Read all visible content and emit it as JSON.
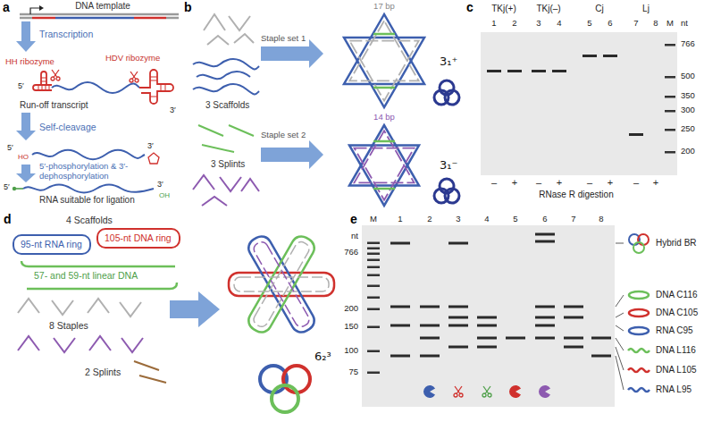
{
  "diagram": {
    "nodes": [
      {
        "text": [
          "95-nt RNA ring"
        ]
      },
      {
        "text": [
          "105-nt DNA ring"
        ]
      }
    ],
    "labels": [
      "a",
      "DNA template",
      "Transcription",
      "HH ribozyme",
      "HDV ribozyme",
      "5′",
      "3′",
      "Run-off transcript",
      "Self-cleavage",
      "5′",
      "HO",
      "3′",
      "5′-phosphorylation & 3′-dephosphorylation",
      "5′",
      "3′",
      "OH",
      "RNA suitable for ligation",
      "b",
      "3 Scaffolds",
      "3 Splints",
      "Staple set 1",
      "Staple set 2",
      "17 bp",
      "3₁⁺",
      "14 bp",
      "3₁⁻",
      "c",
      "TKj(+)",
      "TKj(–)",
      "Cj",
      "Lj",
      "1",
      "2",
      "3",
      "4",
      "5",
      "6",
      "7",
      "8",
      "M",
      "nt",
      "766",
      "500",
      "350",
      "300",
      "250",
      "200",
      "–",
      "+",
      "–",
      "+",
      "–",
      "+",
      "–",
      "+",
      "RNase R digestion",
      "d",
      "4 Scaffolds",
      "57- and 59-nt linear DNA",
      "8 Staples",
      "2 Splints",
      "6₂³",
      "e",
      "M",
      "1",
      "2",
      "3",
      "4",
      "5",
      "6",
      "7",
      "8",
      "nt",
      "766",
      "200",
      "150",
      "100",
      "75",
      "Hybrid BR",
      "DNA C116",
      "DNA C105",
      "RNA C95",
      "DNA L116",
      "DNA L105",
      "RNA L95"
    ]
  }
}
